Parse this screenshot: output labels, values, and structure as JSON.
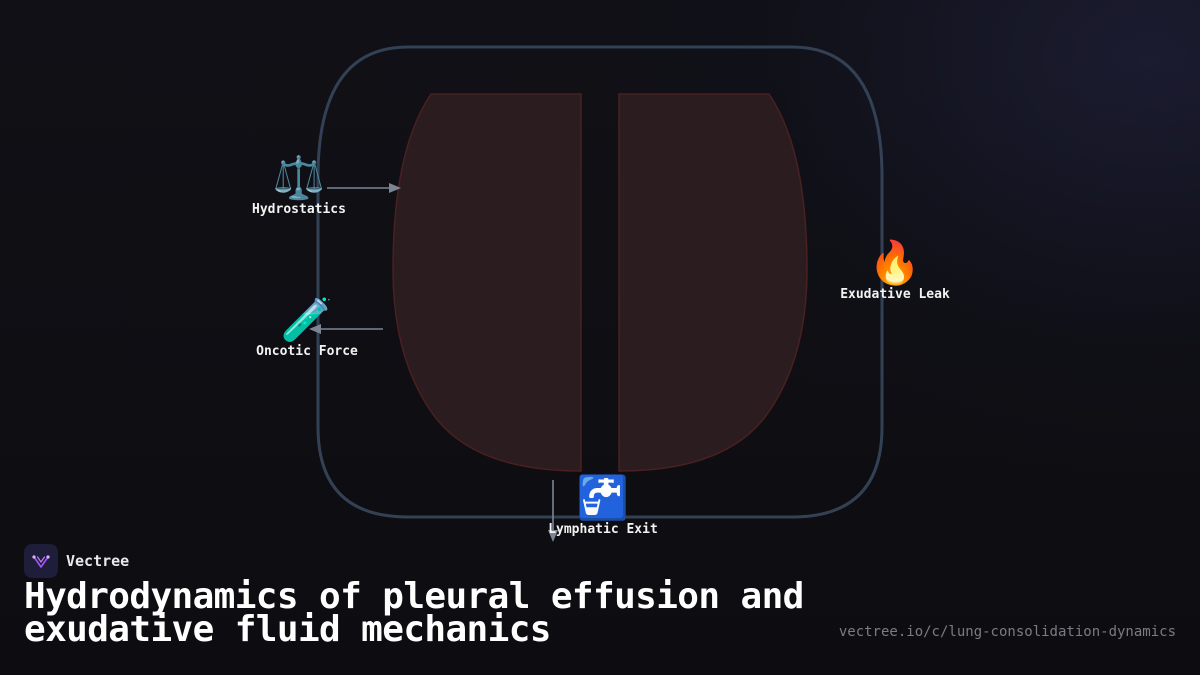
{
  "diagram": {
    "nodes": {
      "hydrostatics": {
        "icon": "balance-scale-icon",
        "emoji": "⚖️",
        "label": "Hydrostatics"
      },
      "oncotic": {
        "icon": "test-tube-icon",
        "emoji": "🧪",
        "label": "Oncotic Force"
      },
      "exudative": {
        "icon": "fire-icon",
        "emoji": "🔥",
        "label": "Exudative Leak"
      },
      "lymphatic": {
        "icon": "faucet-icon",
        "emoji": "🚰",
        "label": "Lymphatic Exit"
      }
    },
    "colors": {
      "pleura_outline": "#334155",
      "lung_fill": "#2b1c1f",
      "lung_stroke": "#4a2020",
      "arrow": "#7c8594"
    }
  },
  "footer": {
    "brand": "Vectree",
    "title": "Hydrodynamics of pleural effusion and exudative fluid mechanics",
    "url": "vectree.io/c/lung-consolidation-dynamics"
  }
}
